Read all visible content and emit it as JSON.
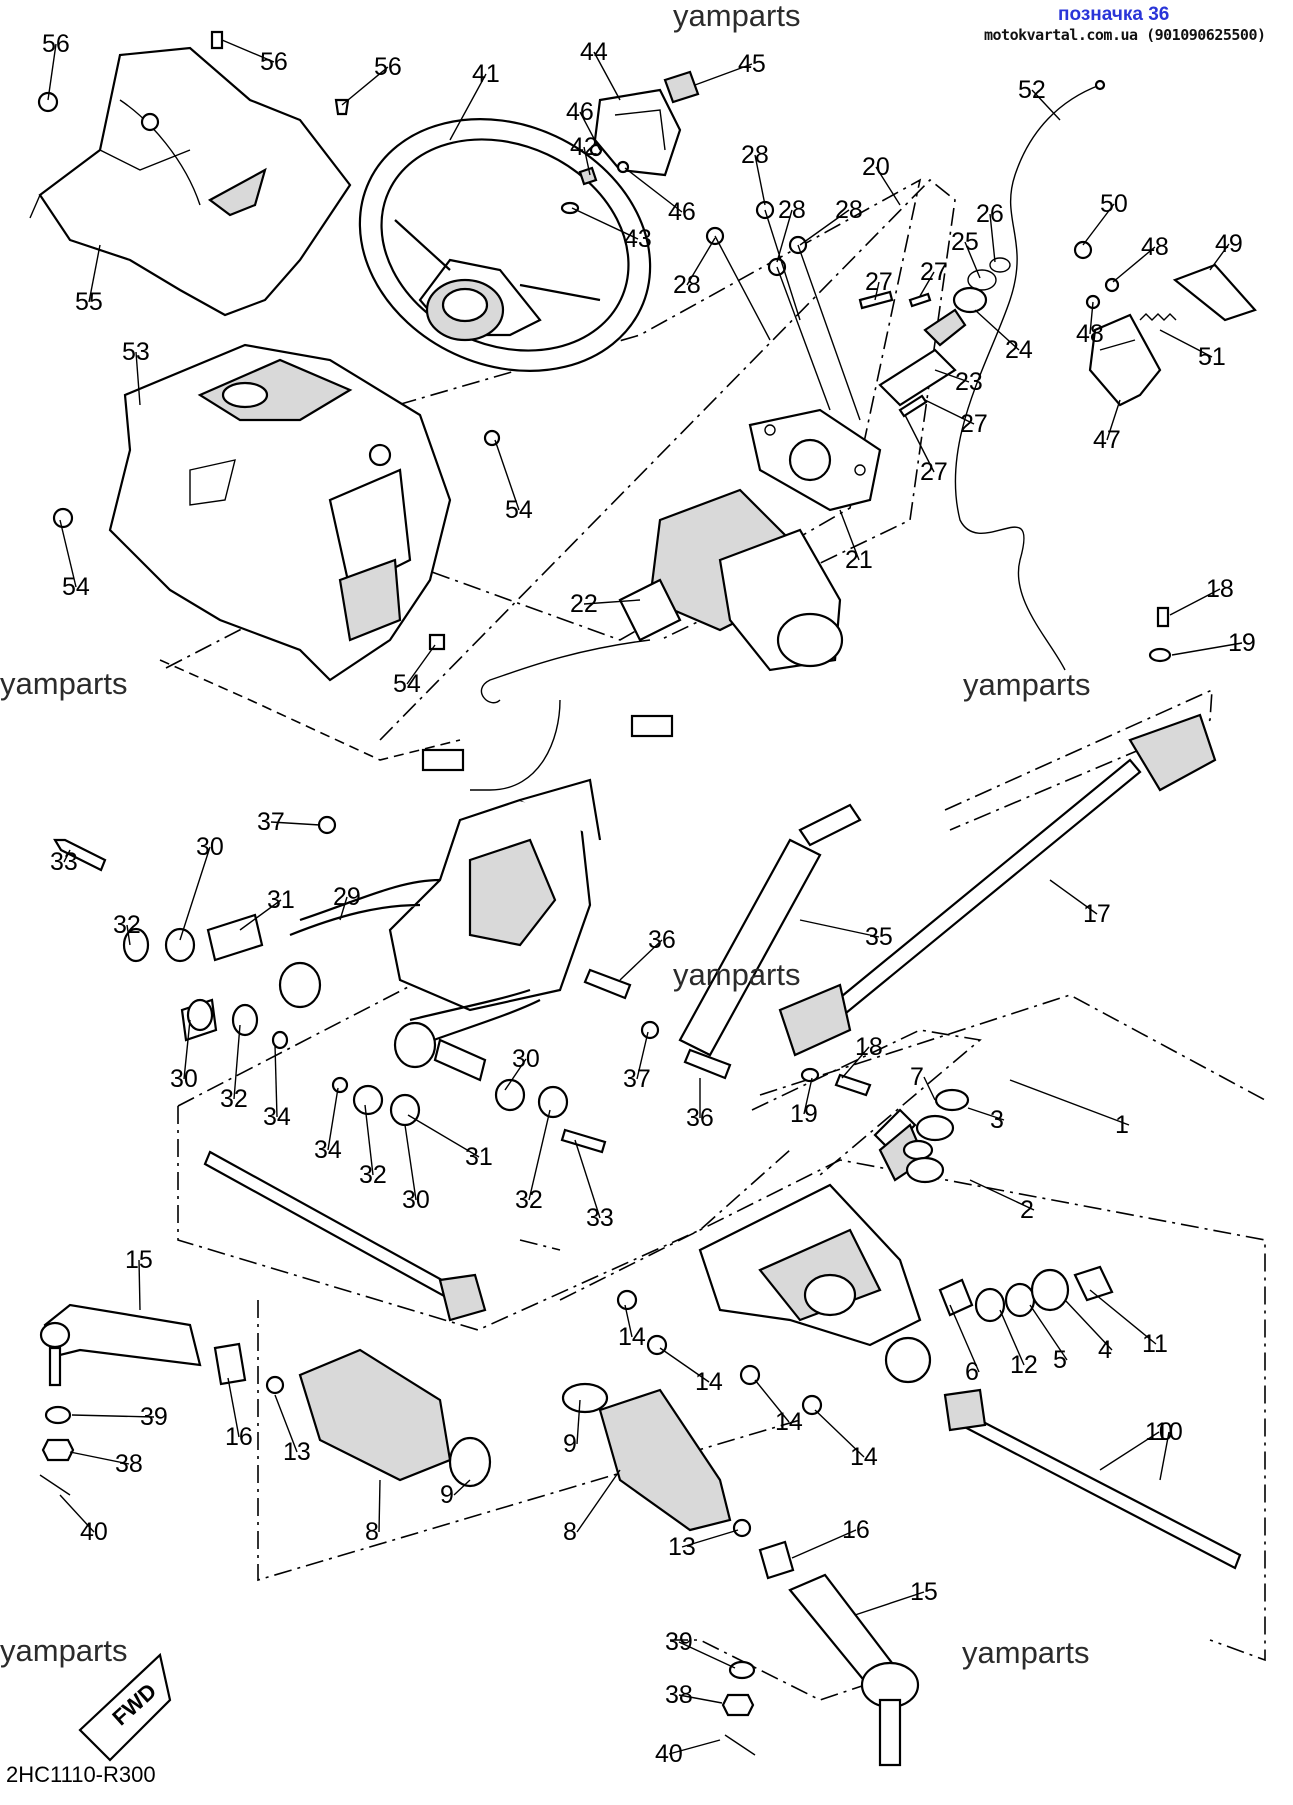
{
  "header": {
    "ref_label": "позначка 36",
    "source_label": "motokvartal.com.ua (901090625500)"
  },
  "watermark": "yamparts",
  "diagram_code": "2HC1110-R300",
  "fwd_label": "FWD",
  "part_numbers": [
    "1",
    "2",
    "3",
    "4",
    "5",
    "6",
    "7",
    "8",
    "9",
    "10",
    "11",
    "12",
    "13",
    "14",
    "15",
    "16",
    "17",
    "18",
    "19",
    "20",
    "21",
    "22",
    "23",
    "24",
    "25",
    "26",
    "27",
    "28",
    "29",
    "30",
    "31",
    "32",
    "33",
    "34",
    "35",
    "36",
    "37",
    "38",
    "39",
    "40",
    "41",
    "42",
    "43",
    "44",
    "45",
    "46",
    "47",
    "48",
    "49",
    "50",
    "51",
    "52",
    "53",
    "54",
    "55",
    "56"
  ],
  "callouts": [
    {
      "n": "56"
    },
    {
      "n": "56"
    },
    {
      "n": "56"
    },
    {
      "n": "41"
    },
    {
      "n": "44"
    },
    {
      "n": "45"
    },
    {
      "n": "46"
    },
    {
      "n": "42"
    },
    {
      "n": "46"
    },
    {
      "n": "43"
    },
    {
      "n": "52"
    },
    {
      "n": "28"
    },
    {
      "n": "20"
    },
    {
      "n": "28"
    },
    {
      "n": "28"
    },
    {
      "n": "28"
    },
    {
      "n": "26"
    },
    {
      "n": "25"
    },
    {
      "n": "50"
    },
    {
      "n": "48"
    },
    {
      "n": "49"
    },
    {
      "n": "27"
    },
    {
      "n": "27"
    },
    {
      "n": "24"
    },
    {
      "n": "48"
    },
    {
      "n": "51"
    },
    {
      "n": "23"
    },
    {
      "n": "27"
    },
    {
      "n": "27"
    },
    {
      "n": "47"
    },
    {
      "n": "55"
    },
    {
      "n": "53"
    },
    {
      "n": "54"
    },
    {
      "n": "54"
    },
    {
      "n": "21"
    },
    {
      "n": "22"
    },
    {
      "n": "54"
    },
    {
      "n": "18"
    },
    {
      "n": "19"
    },
    {
      "n": "37"
    },
    {
      "n": "30"
    },
    {
      "n": "29"
    },
    {
      "n": "31"
    },
    {
      "n": "33"
    },
    {
      "n": "32"
    },
    {
      "n": "35"
    },
    {
      "n": "17"
    },
    {
      "n": "36"
    },
    {
      "n": "30"
    },
    {
      "n": "32"
    },
    {
      "n": "34"
    },
    {
      "n": "37"
    },
    {
      "n": "30"
    },
    {
      "n": "34"
    },
    {
      "n": "32"
    },
    {
      "n": "31"
    },
    {
      "n": "30"
    },
    {
      "n": "32"
    },
    {
      "n": "33"
    },
    {
      "n": "36"
    },
    {
      "n": "18"
    },
    {
      "n": "19"
    },
    {
      "n": "7"
    },
    {
      "n": "3"
    },
    {
      "n": "1"
    },
    {
      "n": "2"
    },
    {
      "n": "15"
    },
    {
      "n": "14"
    },
    {
      "n": "14"
    },
    {
      "n": "14"
    },
    {
      "n": "14"
    },
    {
      "n": "6"
    },
    {
      "n": "12"
    },
    {
      "n": "5"
    },
    {
      "n": "4"
    },
    {
      "n": "11"
    },
    {
      "n": "10"
    },
    {
      "n": "39"
    },
    {
      "n": "16"
    },
    {
      "n": "13"
    },
    {
      "n": "38"
    },
    {
      "n": "40"
    },
    {
      "n": "9"
    },
    {
      "n": "8"
    },
    {
      "n": "9"
    },
    {
      "n": "8"
    },
    {
      "n": "13"
    },
    {
      "n": "16"
    },
    {
      "n": "10"
    },
    {
      "n": "15"
    },
    {
      "n": "39"
    },
    {
      "n": "38"
    },
    {
      "n": "40"
    }
  ]
}
